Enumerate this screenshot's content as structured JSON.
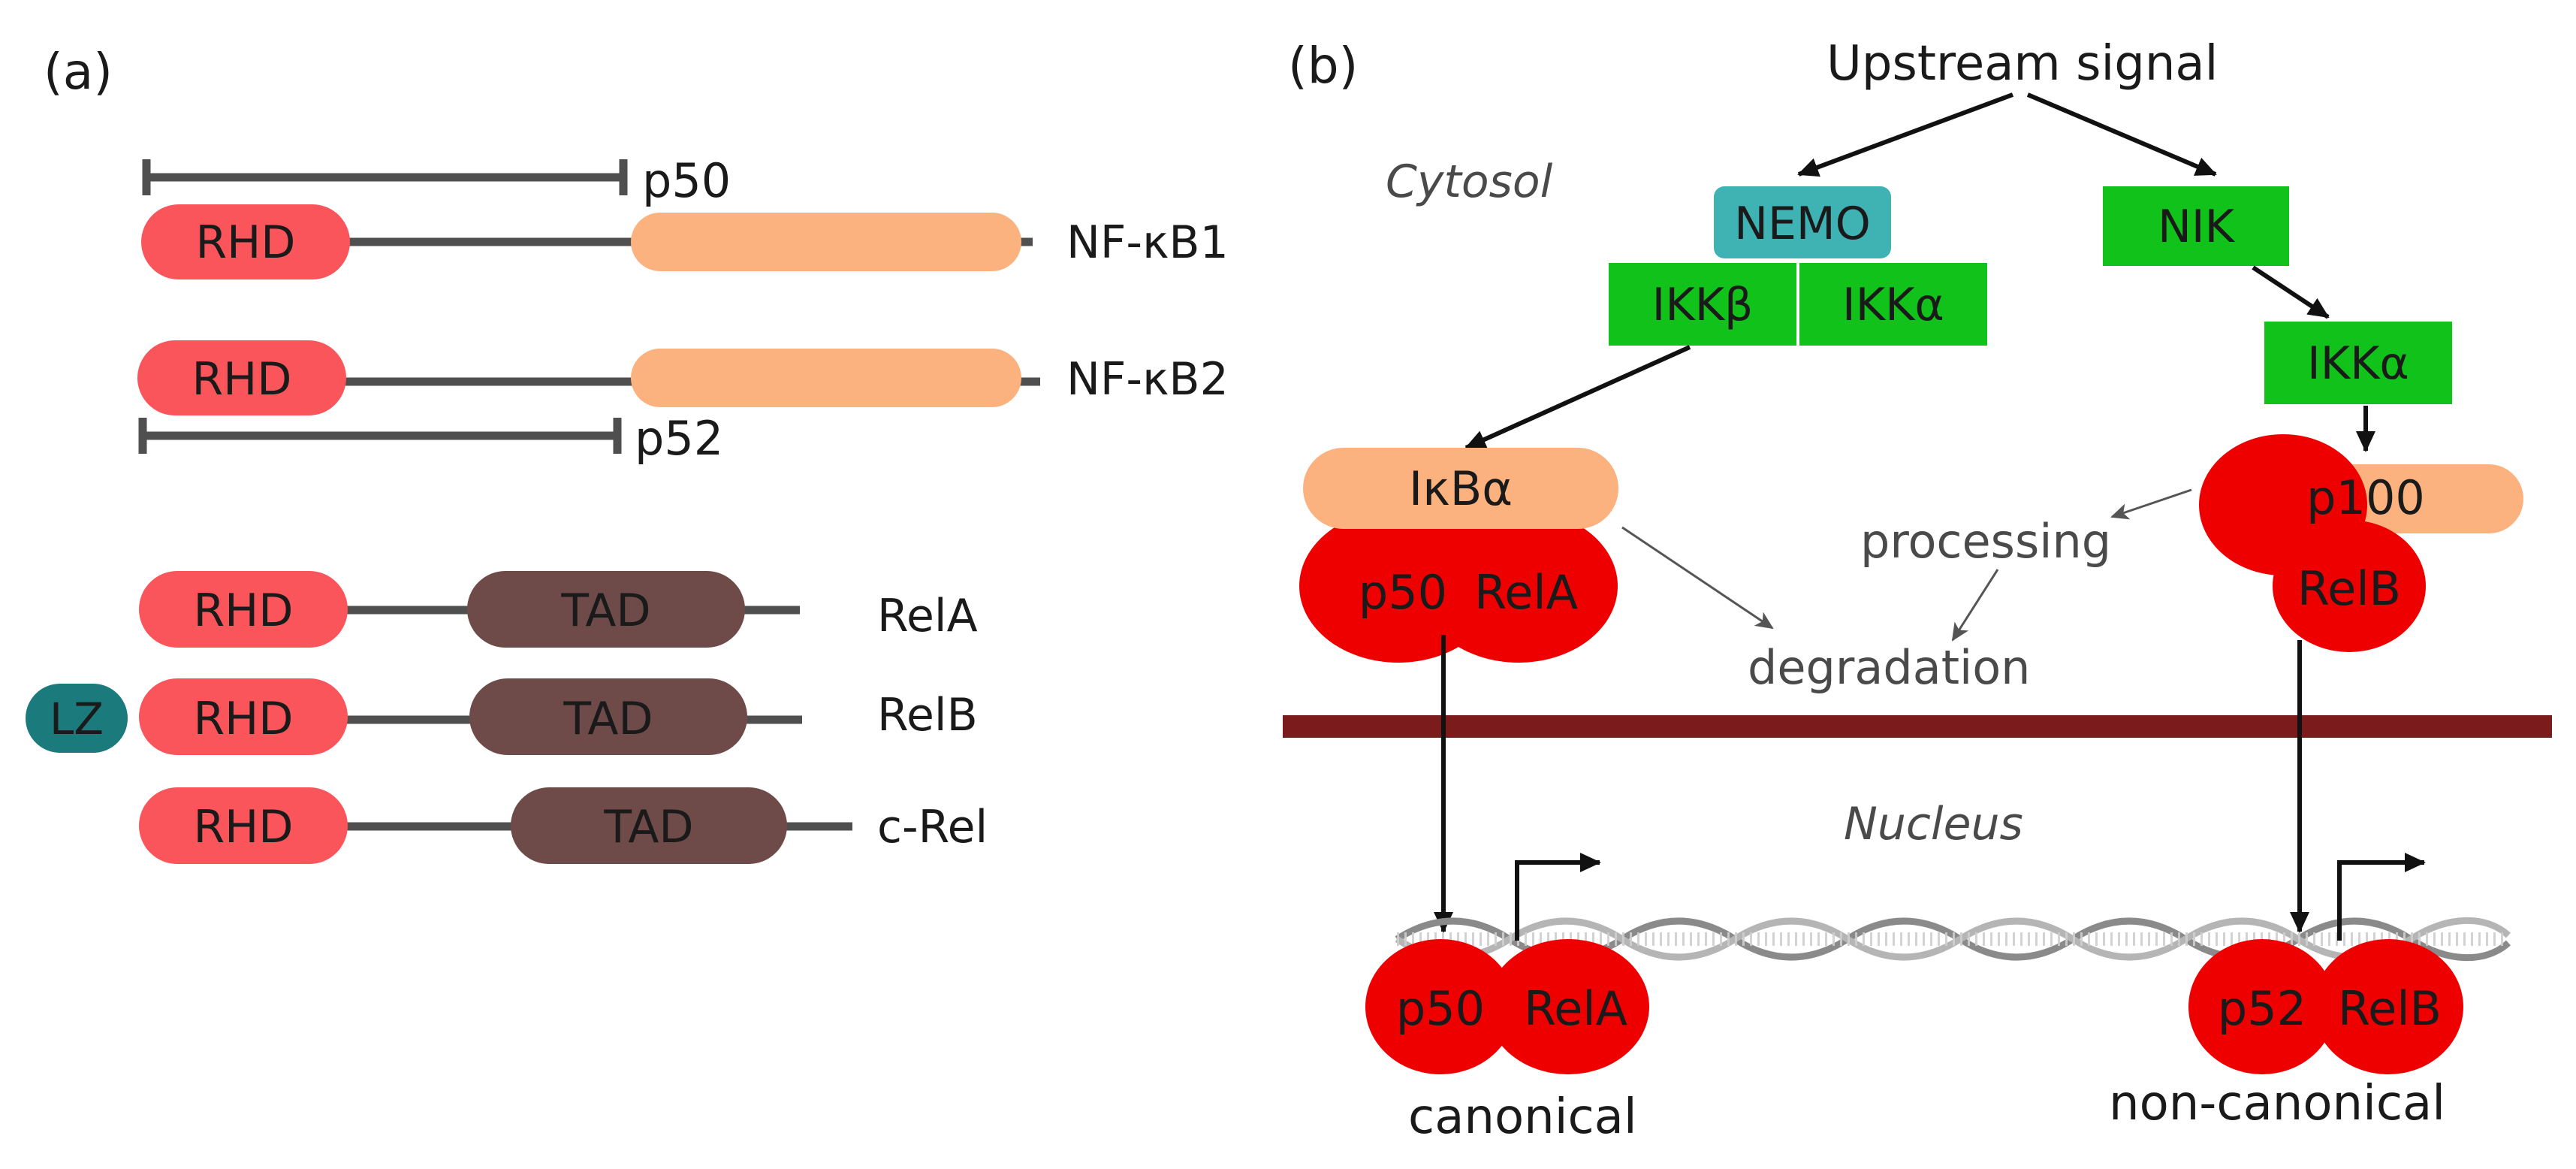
{
  "panel_a": {
    "label": "(a)",
    "p50_bracket_label": "p50",
    "p52_bracket_label": "p52",
    "rhd": "RHD",
    "tad": "TAD",
    "lz": "LZ",
    "proteins": [
      "NF-κB1",
      "NF-κB2",
      "RelA",
      "RelB",
      "c-Rel"
    ]
  },
  "panel_b": {
    "label": "(b)",
    "upstream_signal": "Upstream signal",
    "cytosol": "Cytosol",
    "nucleus": "Nucleus",
    "nemo": "NEMO",
    "ikk_beta": "IKKβ",
    "ikk_alpha": "IKKα",
    "nik": "NIK",
    "ikk_alpha_noncanonical": "IKKα",
    "ikba": "IκBα",
    "p50": "p50",
    "rela": "RelA",
    "p100": "p100",
    "relb": "RelB",
    "p52": "p52",
    "processing": "processing",
    "degradation": "degradation",
    "canonical": "canonical",
    "non_canonical": "non-canonical"
  },
  "colors": {
    "rhd": "#f9555b",
    "precursor_tail": "#fbb27e",
    "tad": "#6e4b48",
    "lz": "#1b7a7c",
    "nemo": "#3fb3b3",
    "kinase_green": "#10c21a",
    "subunit_red": "#ee0000",
    "membrane": "#7b1b1b",
    "linker": "#4f4f4f"
  }
}
